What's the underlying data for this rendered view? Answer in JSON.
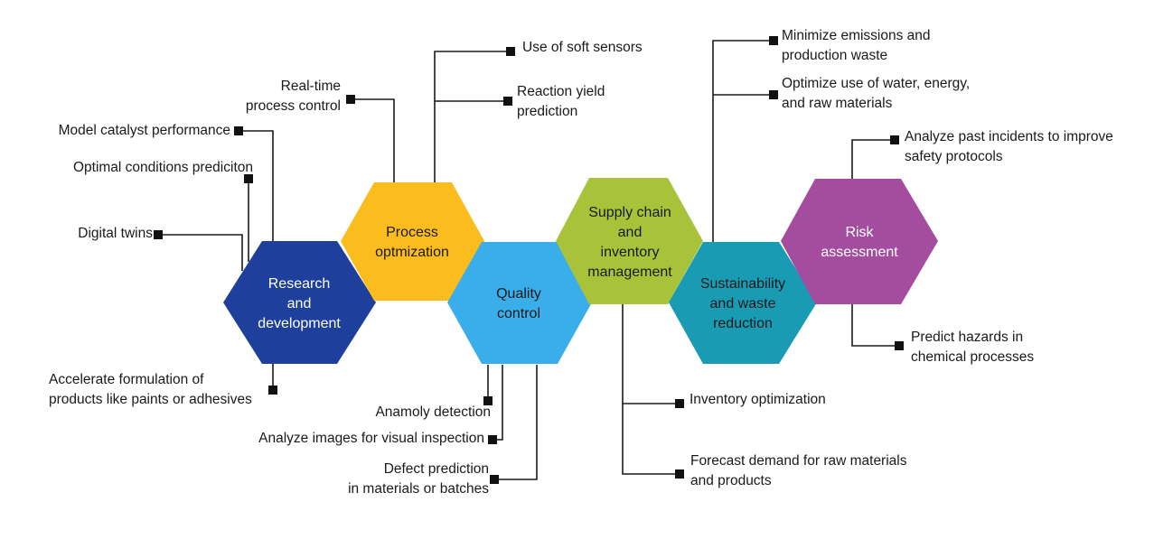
{
  "hexagons": [
    {
      "id": "rd",
      "lines": [
        "Research",
        "and",
        "development"
      ],
      "color": "#1f3f9c",
      "text": "light"
    },
    {
      "id": "po",
      "lines": [
        "Process",
        "optmization"
      ],
      "color": "#fbbd1e",
      "text": "dark"
    },
    {
      "id": "qc",
      "lines": [
        "Quality",
        "control"
      ],
      "color": "#3aaeea",
      "text": "dark"
    },
    {
      "id": "sc",
      "lines": [
        "Supply chain",
        "and",
        "inventory",
        "management"
      ],
      "color": "#a8c23a",
      "text": "dark"
    },
    {
      "id": "sw",
      "lines": [
        "Sustainability",
        "and  waste",
        "reduction"
      ],
      "color": "#1a9bb4",
      "text": "dark"
    },
    {
      "id": "ra",
      "lines": [
        "Risk",
        "assessment"
      ],
      "color": "#a44d9f",
      "text": "light"
    }
  ],
  "annotations": {
    "model_catalyst": [
      "Model catalyst performance"
    ],
    "optimal_conditions": [
      "Optimal conditions prediciton"
    ],
    "digital_twins": [
      "Digital twins"
    ],
    "accelerate_formulation": [
      "Accelerate formulation of",
      "products like paints or adhesives"
    ],
    "realtime_control": [
      "Real-time",
      "process control"
    ],
    "soft_sensors": [
      "Use of soft sensors"
    ],
    "reaction_yield": [
      "Reaction yield",
      "prediction"
    ],
    "anomaly_detection": [
      "Anamoly detection"
    ],
    "visual_inspection": [
      "Analyze images for visual inspection"
    ],
    "defect_prediction": [
      "Defect prediction",
      "in materials or batches"
    ],
    "inventory_optimization": [
      "Inventory optimization"
    ],
    "forecast_demand": [
      "Forecast demand for raw materials",
      "and products"
    ],
    "minimize_emissions": [
      "Minimize emissions and",
      "production waste"
    ],
    "optimize_water": [
      "Optimize use of water, energy,",
      "and raw materials"
    ],
    "past_incidents": [
      "Analyze past incidents to improve",
      "safety protocols"
    ],
    "predict_hazards": [
      "Predict hazards in",
      "chemical processes"
    ]
  },
  "colors": {
    "connector": "#1a1a1a",
    "marker": "#111111"
  }
}
